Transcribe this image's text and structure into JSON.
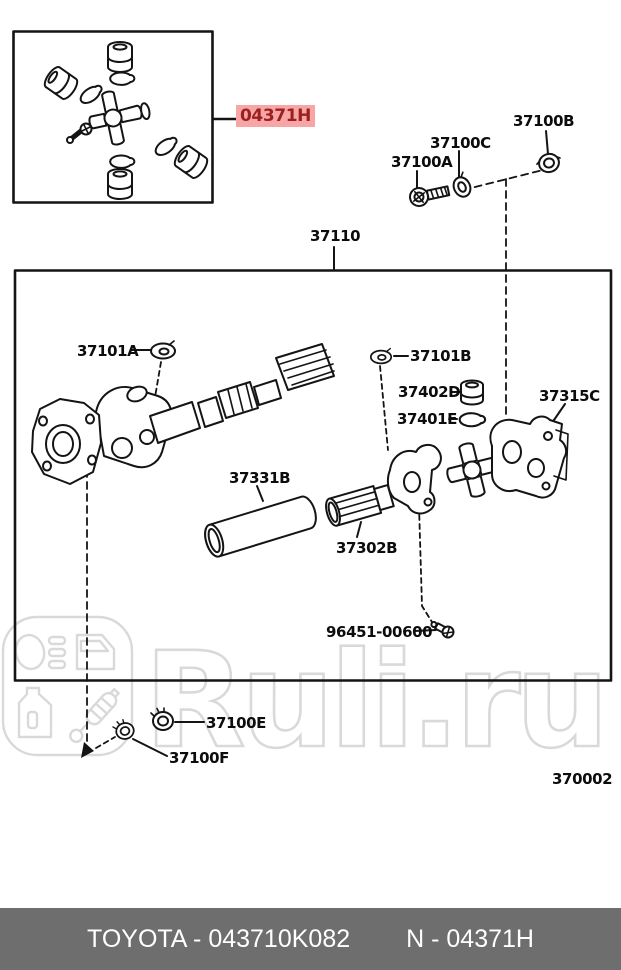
{
  "diagram": {
    "watermark_text": "Ruli.ru",
    "callouts": {
      "kit": "04371H",
      "bolt_a": "37100A",
      "nut_b": "37100B",
      "washer_c": "37100C",
      "shaft_assembly": "37110",
      "clip_a": "37101A",
      "clip_b": "37101B",
      "bearing_d": "37402D",
      "ring_e": "37401E",
      "flange_c": "37315C",
      "tube_b": "37331B",
      "yoke_b": "37302B",
      "grease_fitting": "96451-00600",
      "nut_e": "37100E",
      "nut_f": "37100F",
      "figure_number": "370002"
    }
  },
  "footer": {
    "left": "TOYOTA - 043710K082",
    "right": "N - 04371H"
  },
  "colors": {
    "highlight_bg": "#f7a5a5",
    "highlight_text": "#9b2121",
    "footer_bg": "#6e6e6e",
    "watermark": "#d9d9d9",
    "ink": "#141414"
  }
}
